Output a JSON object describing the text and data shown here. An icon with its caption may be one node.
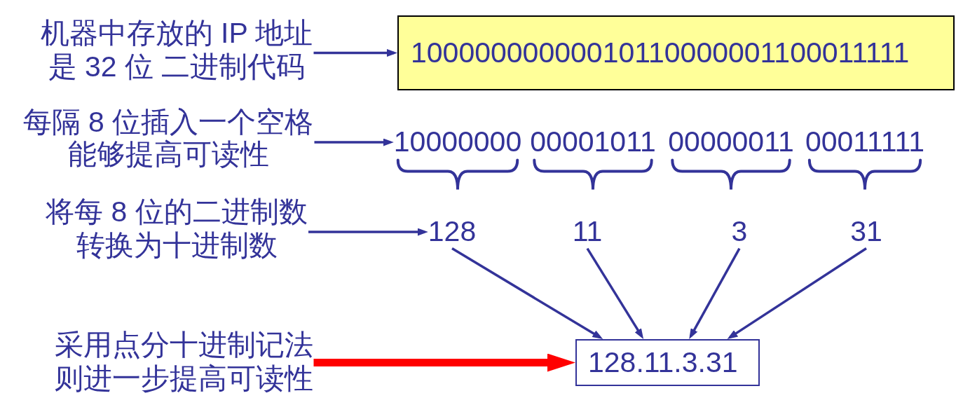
{
  "diagram": {
    "nodes": [
      {
        "text": [
          "机器中存放的 IP 地址是 32 位 二进制代码"
        ]
      },
      {
        "text": [
          "10000000000010110000001100011111"
        ]
      },
      {
        "text": [
          "每隔 8 位插入一个空格能够提高可读性"
        ]
      },
      {
        "text": [
          "10000000"
        ]
      },
      {
        "text": [
          "00001011"
        ]
      },
      {
        "text": [
          "00000011"
        ]
      },
      {
        "text": [
          "00011111"
        ]
      },
      {
        "text": [
          "将每 8 位的二进制数转换为十进制数"
        ]
      },
      {
        "text": [
          "128"
        ]
      },
      {
        "text": [
          "11"
        ]
      },
      {
        "text": [
          "3"
        ]
      },
      {
        "text": [
          "31"
        ]
      },
      {
        "text": [
          "采用点分十进制记法则进一步提高可读性"
        ]
      },
      {
        "text": [
          "128.11.3.31"
        ]
      }
    ],
    "edges": [
      {
        "from": 0,
        "to": 1,
        "arrow": "to"
      },
      {
        "from": 2,
        "to": 3,
        "arrow": "to"
      },
      {
        "from": 7,
        "to": 8,
        "arrow": "to"
      },
      {
        "from": 8,
        "to": 13,
        "arrow": "to"
      },
      {
        "from": 9,
        "to": 13,
        "arrow": "to"
      },
      {
        "from": 10,
        "to": 13,
        "arrow": "to"
      },
      {
        "from": 11,
        "to": 13,
        "arrow": "to"
      },
      {
        "from": 12,
        "to": 13,
        "arrow": "to",
        "style": "thick",
        "color": "#ff0000"
      }
    ]
  }
}
